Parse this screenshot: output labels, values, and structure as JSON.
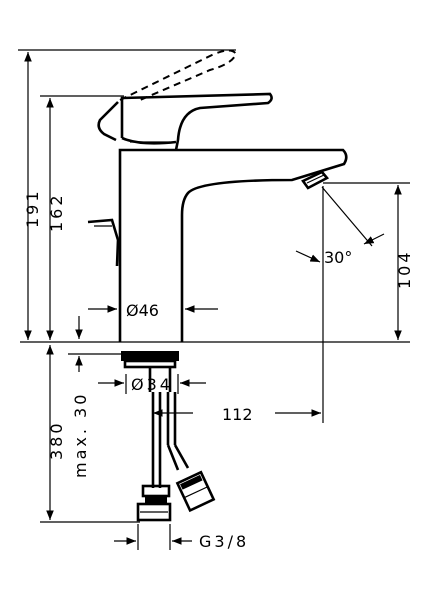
{
  "dimensions": {
    "total_height": "191",
    "spout_height": "162",
    "base_diameter": "Ø46",
    "deck_hole": "Ø34",
    "spout_reach": "112",
    "outlet_height": "104",
    "spray_angle": "30°",
    "hose_length": "380",
    "max_deck_thickness": "max. 30",
    "connection_thread": "G3/8"
  }
}
